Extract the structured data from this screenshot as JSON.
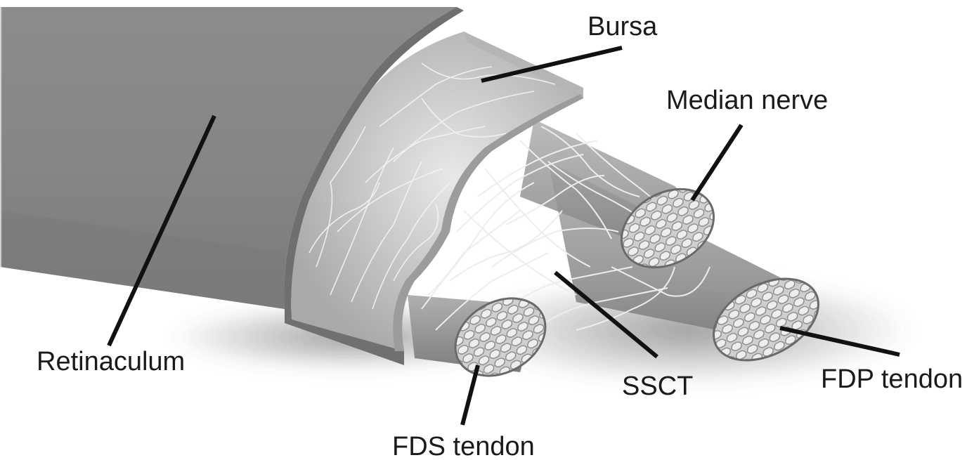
{
  "diagram": {
    "labels": {
      "retinaculum": "Retinaculum",
      "bursa": "Bursa",
      "median_nerve": "Median nerve",
      "sscT": "SSCT",
      "fds_tendon": "FDS tendon",
      "fdp_tendon": "FDP tendon"
    },
    "colors": {
      "retinaculum": "#8a8a8a",
      "retinaculum_dark": "#6f6f6f",
      "bursa_bg": "#d9d9d9",
      "fiber": "#f2f2f2",
      "tendon": "#9a9a9a",
      "tendon_face": "#c8c8c8",
      "leader": "#111111",
      "text": "#1a1a1a"
    }
  }
}
